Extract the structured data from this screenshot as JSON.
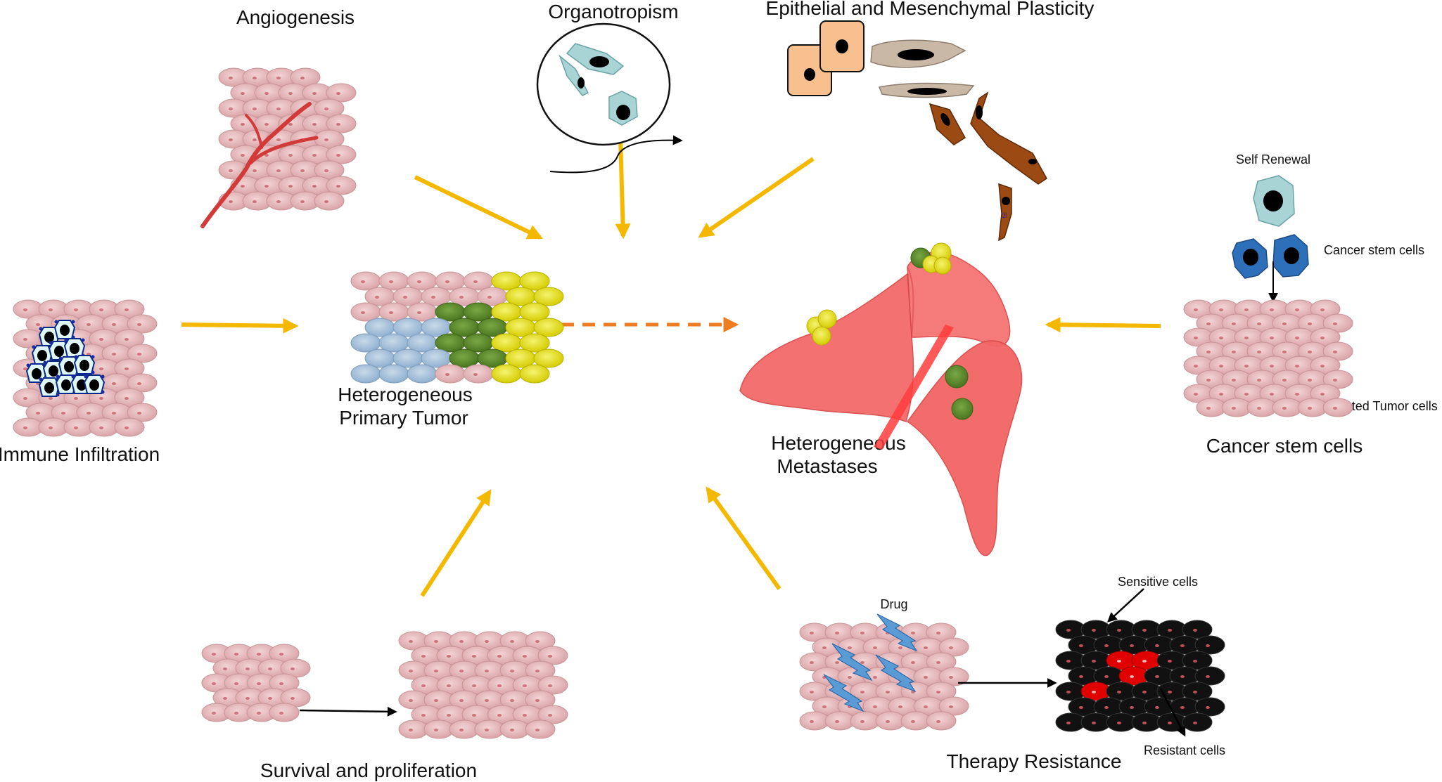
{
  "labels": {
    "angiogenesis": "Angiogenesis",
    "organotropism": "Organotropism",
    "plasticity": "Epithelial and Mesenchymal Plasticity",
    "immune": "Immune Infiltration",
    "primary_line1": "Heterogeneous",
    "primary_line2": "Primary Tumor",
    "metastases_line1": "Heterogeneous",
    "metastases_line2": "Metastases",
    "csc_title": "Cancer stem cells",
    "self_renewal": "Self Renewal",
    "csc_cells": "Cancer stem cells",
    "differentiated": "Differentiated Tumor cells",
    "survival": "Survival and proliferation",
    "therapy": "Therapy Resistance",
    "drug": "Drug",
    "sensitive": "Sensitive cells",
    "resistant": "Resistant cells"
  },
  "colors": {
    "arrow_yellow": "#f5b800",
    "arrow_orange_dashed": "#ee7d22",
    "tissue_cell": "#e4b5b8",
    "tissue_stroke": "#c99a9d",
    "vessel": "#d23a3a",
    "lung": "#f06a6a",
    "clone_blue": "#a8c2db",
    "clone_green": "#5b8a2c",
    "clone_yellow": "#e8e000",
    "stem_cell_light": "#a8d4d6",
    "stem_cell_blue": "#2e6fba",
    "epithelial": "#f7c08e",
    "mesenchymal_grey": "#c9b8a6",
    "mesenchymal_brown": "#9c4a14",
    "drug_bolt": "#5b9bd5",
    "sensitive_cell": "#111111",
    "resistant_cell": "#e00000"
  },
  "icons": [
    "immune-cell-icon",
    "drug-bolt-icon",
    "stem-cell-icon",
    "lung-icon",
    "blood-vessel-icon"
  ]
}
